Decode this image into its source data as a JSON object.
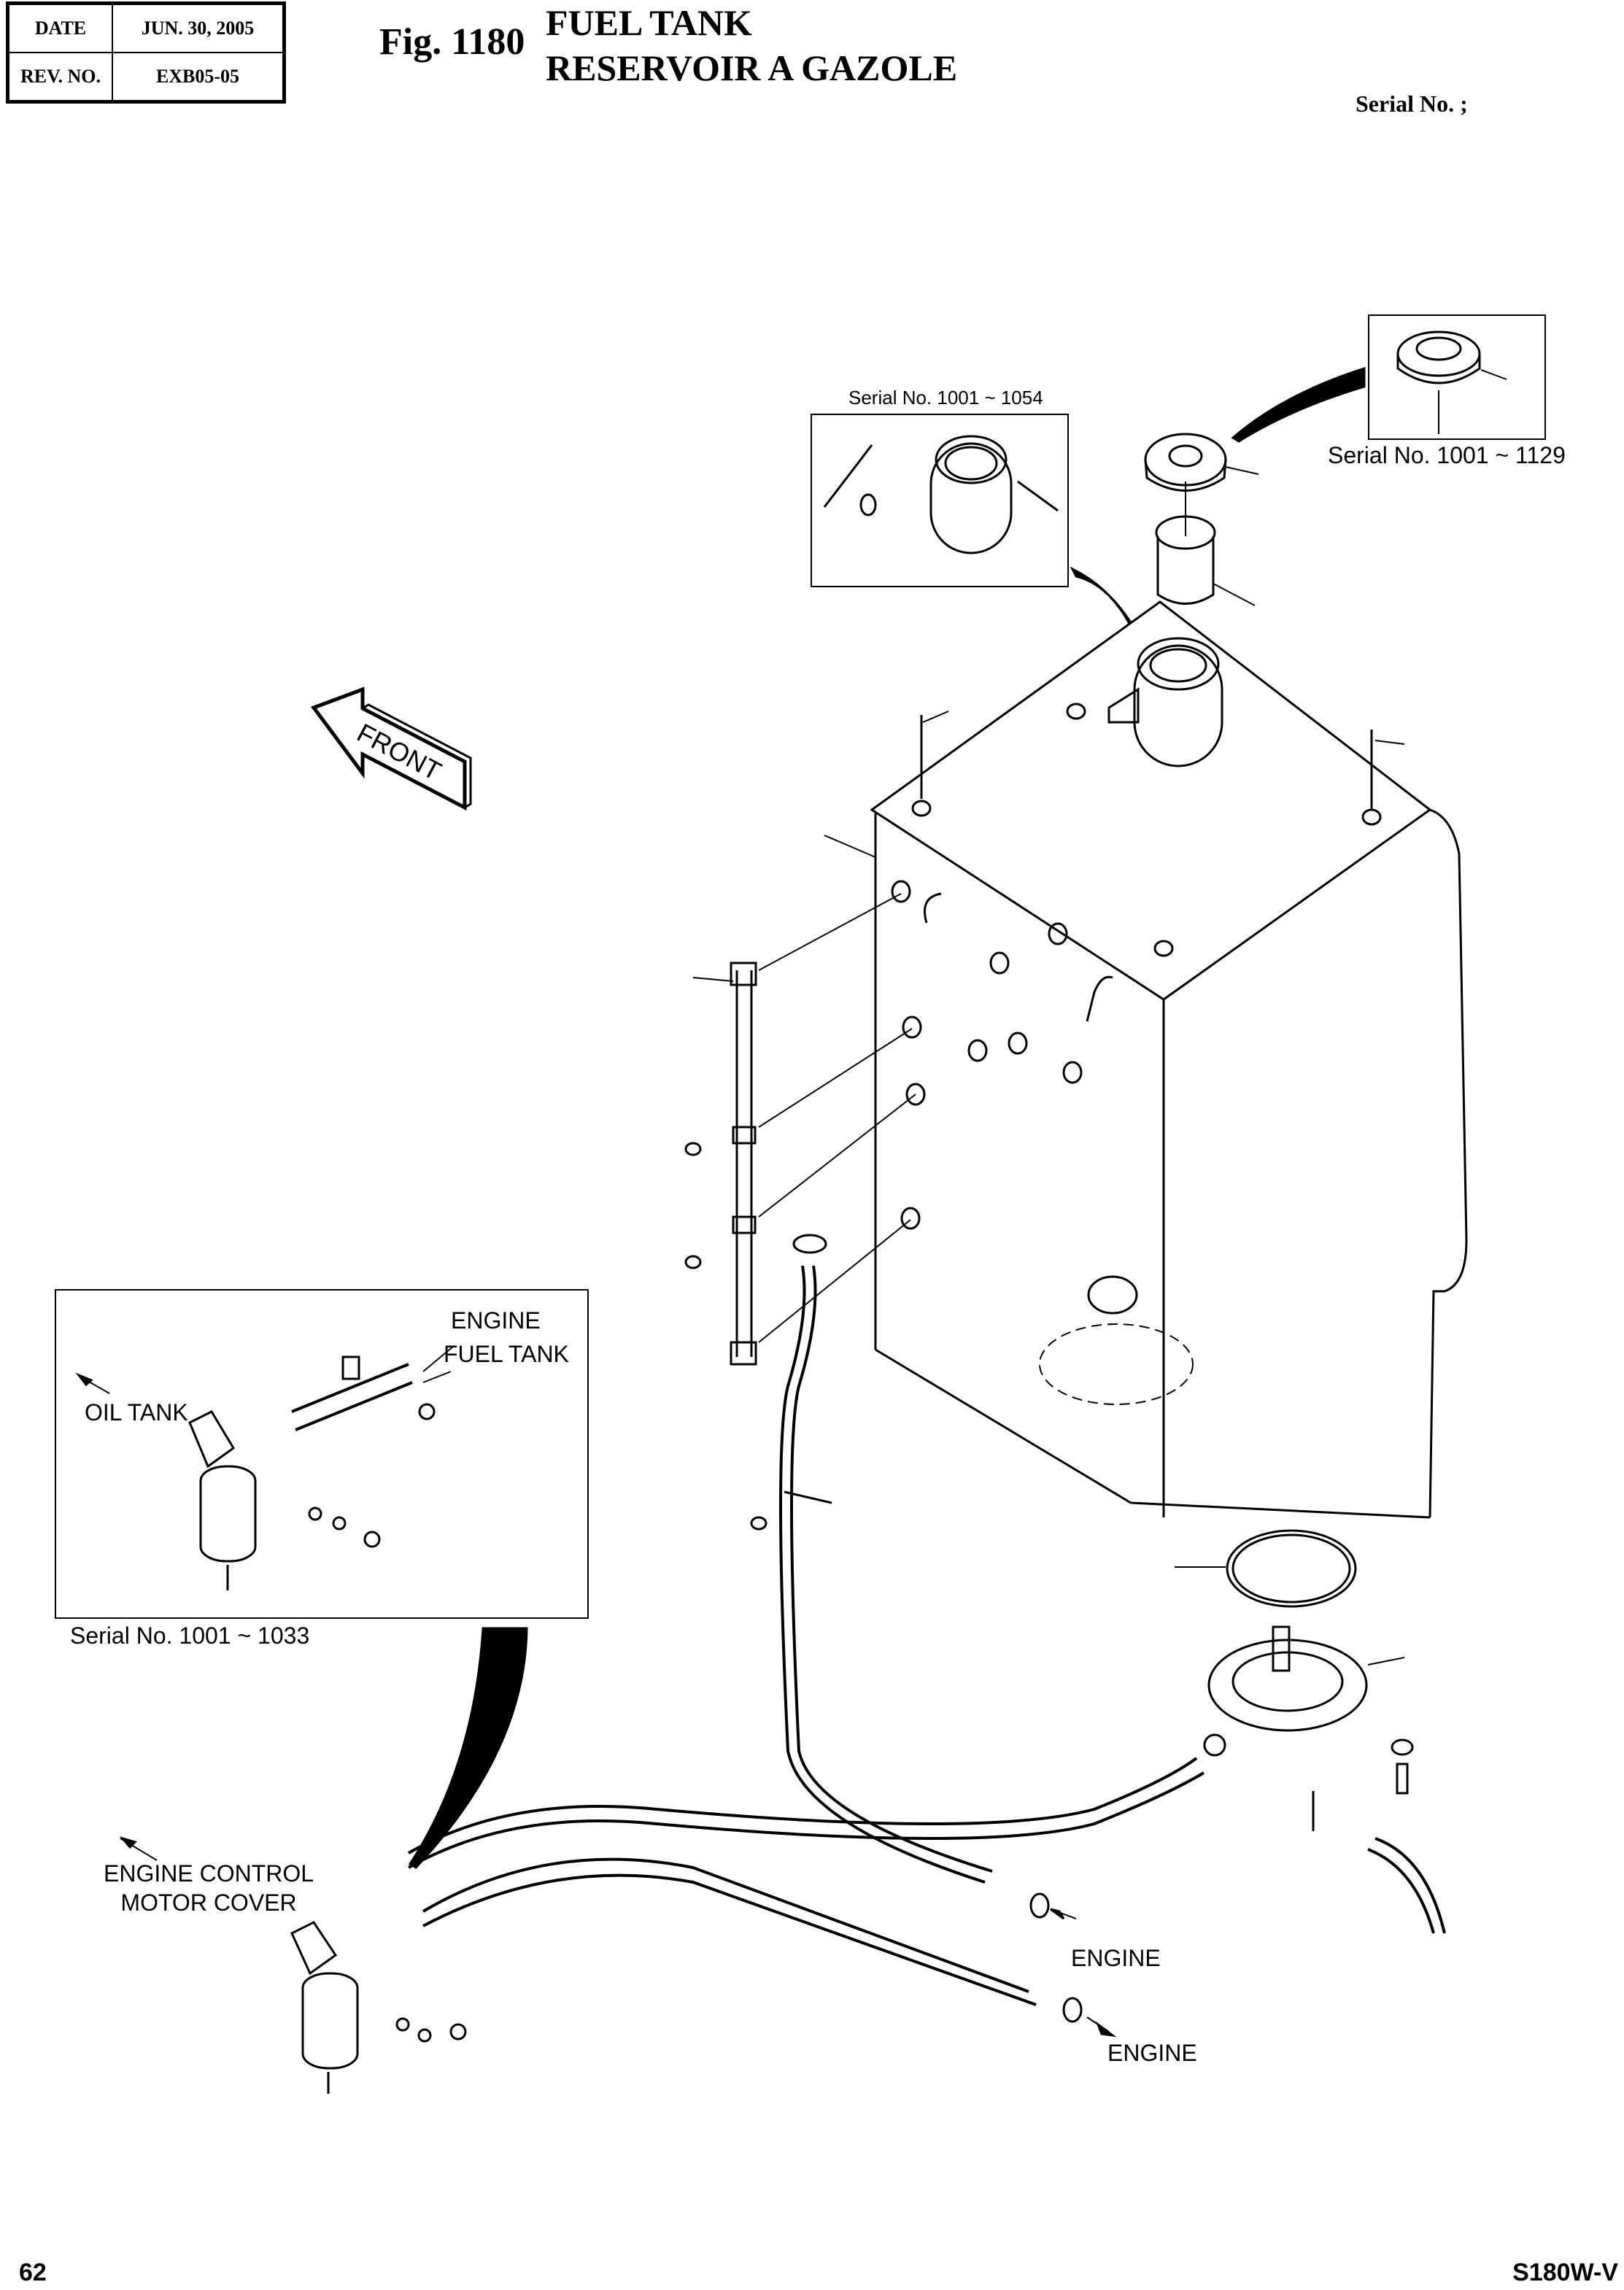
{
  "header": {
    "date_label": "DATE",
    "date_value": "JUN. 30, 2005",
    "rev_label": "REV. NO.",
    "rev_value": "EXB05-05",
    "figure_number": "Fig. 1180",
    "title_en": "FUEL TANK",
    "title_fr": "RESERVOIR A GAZOLE",
    "serial_label": "Serial No. ;"
  },
  "callouts": {
    "serial_filler_neck": "Serial No. 1001 ~ 1054",
    "serial_cap": "Serial No. 1001 ~ 1129",
    "serial_filter_inset": "Serial No. 1001 ~ 1033",
    "front_arrow": "FRONT",
    "inset_engine": "ENGINE",
    "inset_fuel_tank": "FUEL TANK",
    "inset_oil_tank": "OIL TANK",
    "engine_control_line1": "ENGINE CONTROL",
    "engine_control_line2": "MOTOR COVER",
    "engine_return": "ENGINE",
    "engine_supply": "ENGINE"
  },
  "footer": {
    "page_number": "62",
    "model": "S180W-V"
  }
}
